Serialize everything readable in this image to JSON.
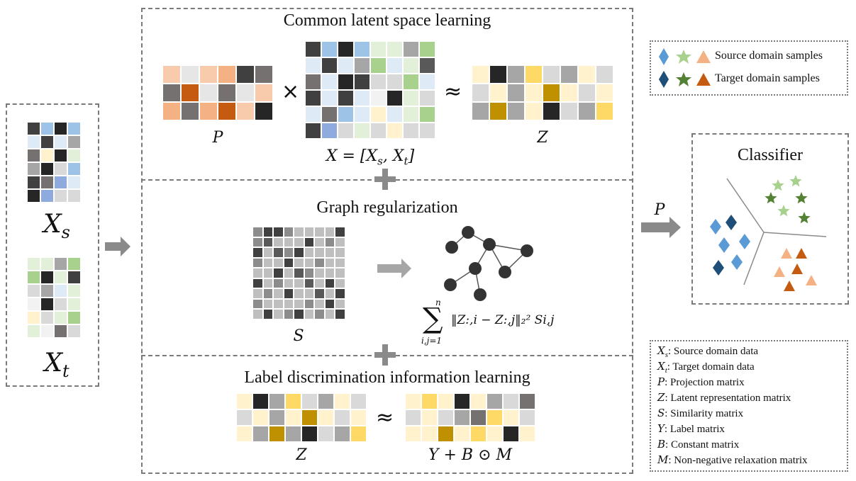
{
  "sections": {
    "common": {
      "title": "Common latent space learning",
      "p_label": "P",
      "times": "×",
      "x_label": "X = [X",
      "x_sub_s": "s",
      "x_mid": ", X",
      "x_sub_t": "t",
      "x_end": "]",
      "approx": "≈",
      "z_label": "Z"
    },
    "graph": {
      "title": "Graph regularization",
      "s_label": "S",
      "sum_sym": "∑",
      "sum_upper": "n",
      "sum_lower": "i,j=1",
      "formula": "‖Z:,i − Z:,j‖₂² Si,j"
    },
    "label": {
      "title": "Label discrimination information learning",
      "approx": "≈",
      "z_label": "Z",
      "rhs_label": "Y + B ⊙ M"
    }
  },
  "inputs": {
    "xs_label": "X",
    "xs_sub": "s",
    "xt_label": "X",
    "xt_sub": "t"
  },
  "plus_sign": "+",
  "projection": {
    "label": "P"
  },
  "classifier": {
    "title": "Classifier"
  },
  "legend": {
    "source": "Source domain samples",
    "target": "Target domain samples"
  },
  "colors": {
    "source_diamond": "#5b9bd5",
    "source_star": "#a9d18e",
    "source_triangle": "#f4b183",
    "target_diamond": "#1f4e79",
    "target_star": "#548235",
    "target_triangle": "#c55a11",
    "arrow": "#8a8a8a"
  },
  "definitions": [
    {
      "sym": "X",
      "sub": "s",
      "text": ": Source domain data"
    },
    {
      "sym": "X",
      "sub": "t",
      "text": ": Target domain data"
    },
    {
      "sym": "P",
      "sub": "",
      "text": ": Projection matrix"
    },
    {
      "sym": "Z",
      "sub": "",
      "text": ": Latent representation matrix"
    },
    {
      "sym": "S",
      "sub": "",
      "text": ": Similarity matrix"
    },
    {
      "sym": "Y",
      "sub": "",
      "text": ": Label matrix"
    },
    {
      "sym": "B",
      "sub": "",
      "text": ": Constant matrix"
    },
    {
      "sym": "M",
      "sub": "",
      "text": ": Non-negative relaxation matrix"
    }
  ],
  "matrices": {
    "P": [
      "#f8cbad",
      "#e7e6e6",
      "#f8cbad",
      "#f4b183",
      "#404040",
      "#757171",
      "#757171",
      "#c55a11",
      "#e7e6e6",
      "#757171",
      "#e7e6e6",
      "#f8cbad",
      "#f4b183",
      "#757171",
      "#f4b183",
      "#c55a11",
      "#f8cbad",
      "#262626"
    ],
    "X": [
      "#404040",
      "#9dc3e6",
      "#262626",
      "#9dc3e6",
      "#e2f0d9",
      "#e2f0d9",
      "#a6a6a6",
      "#a9d18e",
      "#deebf7",
      "#404040",
      "#deebf7",
      "#a6a6a6",
      "#a9d18e",
      "#deebf7",
      "#e2f0d9",
      "#595959",
      "#757171",
      "#deebf7",
      "#262626",
      "#404040",
      "#d9d9d9",
      "#d9d9d9",
      "#a9d18e",
      "#deebf7",
      "#404040",
      "#deebf7",
      "#404040",
      "#deebf7",
      "#f2f2f2",
      "#262626",
      "#e2f0d9",
      "#d9d9d9",
      "#deebf7",
      "#757171",
      "#9dc3e6",
      "#deebf7",
      "#fff2cc",
      "#deebf7",
      "#e2f0d9",
      "#a9d18e",
      "#404040",
      "#8faadc",
      "#d9d9d9",
      "#e2f0d9",
      "#d9d9d9",
      "#fff2cc",
      "#d9d9d9",
      "#d9d9d9"
    ],
    "Z": [
      "#fff2cc",
      "#262626",
      "#a6a6a6",
      "#ffd966",
      "#d9d9d9",
      "#a6a6a6",
      "#fff2cc",
      "#d9d9d9",
      "#d9d9d9",
      "#fff2cc",
      "#a6a6a6",
      "#fff2cc",
      "#bf9000",
      "#fff2cc",
      "#d9d9d9",
      "#fff2cc",
      "#a6a6a6",
      "#bf9000",
      "#a6a6a6",
      "#fff2cc",
      "#262626",
      "#d9d9d9",
      "#a6a6a6",
      "#ffd966"
    ],
    "Xs": [
      "#404040",
      "#9dc3e6",
      "#262626",
      "#9dc3e6",
      "#deebf7",
      "#404040",
      "#deebf7",
      "#a6a6a6",
      "#757171",
      "#fff2cc",
      "#262626",
      "#e2f0d9",
      "#a6a6a6",
      "#262626",
      "#d9d9d9",
      "#9dc3e6",
      "#404040",
      "#757171",
      "#8faadc",
      "#deebf7",
      "#262626",
      "#8faadc",
      "#d9d9d9",
      "#d9d9d9"
    ],
    "Xt": [
      "#e2f0d9",
      "#e2f0d9",
      "#a6a6a6",
      "#a9d18e",
      "#a9d18e",
      "#262626",
      "#e2f0d9",
      "#404040",
      "#d9d9d9",
      "#a6a6a6",
      "#deebf7",
      "#e2f0d9",
      "#f2f2f2",
      "#262626",
      "#d9d9d9",
      "#e2f0d9",
      "#fff2cc",
      "#d9d9d9",
      "#e2f0d9",
      "#a9d18e",
      "#e2f0d9",
      "#f2f2f2",
      "#757171",
      "#d9d9d9"
    ],
    "S_dark": [
      1,
      2,
      8,
      14,
      18,
      22,
      30,
      38,
      45,
      52,
      57,
      62,
      70,
      73,
      76,
      80,
      85,
      91,
      96,
      102,
      109,
      116,
      125,
      131,
      140
    ],
    "S_mid": [
      0,
      3,
      9,
      16,
      21,
      27,
      33,
      41,
      47,
      55,
      63,
      68,
      75,
      78,
      84,
      89,
      99,
      105,
      112,
      120,
      127,
      134,
      143,
      160,
      165,
      170,
      176
    ],
    "Z2": [
      "#fff2cc",
      "#262626",
      "#a6a6a6",
      "#ffd966",
      "#d9d9d9",
      "#a6a6a6",
      "#fff2cc",
      "#d9d9d9",
      "#d9d9d9",
      "#fff2cc",
      "#a6a6a6",
      "#fff2cc",
      "#bf9000",
      "#fff2cc",
      "#d9d9d9",
      "#fff2cc",
      "#fff2cc",
      "#a6a6a6",
      "#bf9000",
      "#a6a6a6",
      "#262626",
      "#d9d9d9",
      "#a6a6a6",
      "#ffd966"
    ],
    "Y": [
      "#fff2cc",
      "#ffd966",
      "#fff2cc",
      "#262626",
      "#fff2cc",
      "#a6a6a6",
      "#d9d9d9",
      "#757171",
      "#d9d9d9",
      "#fff2cc",
      "#d9d9d9",
      "#a6a6a6",
      "#757171",
      "#ffd966",
      "#fff2cc",
      "#d9d9d9",
      "#fff2cc",
      "#fff2cc",
      "#bf9000",
      "#fff2cc",
      "#ffd966",
      "#fff2cc",
      "#262626",
      "#fff2cc"
    ]
  }
}
